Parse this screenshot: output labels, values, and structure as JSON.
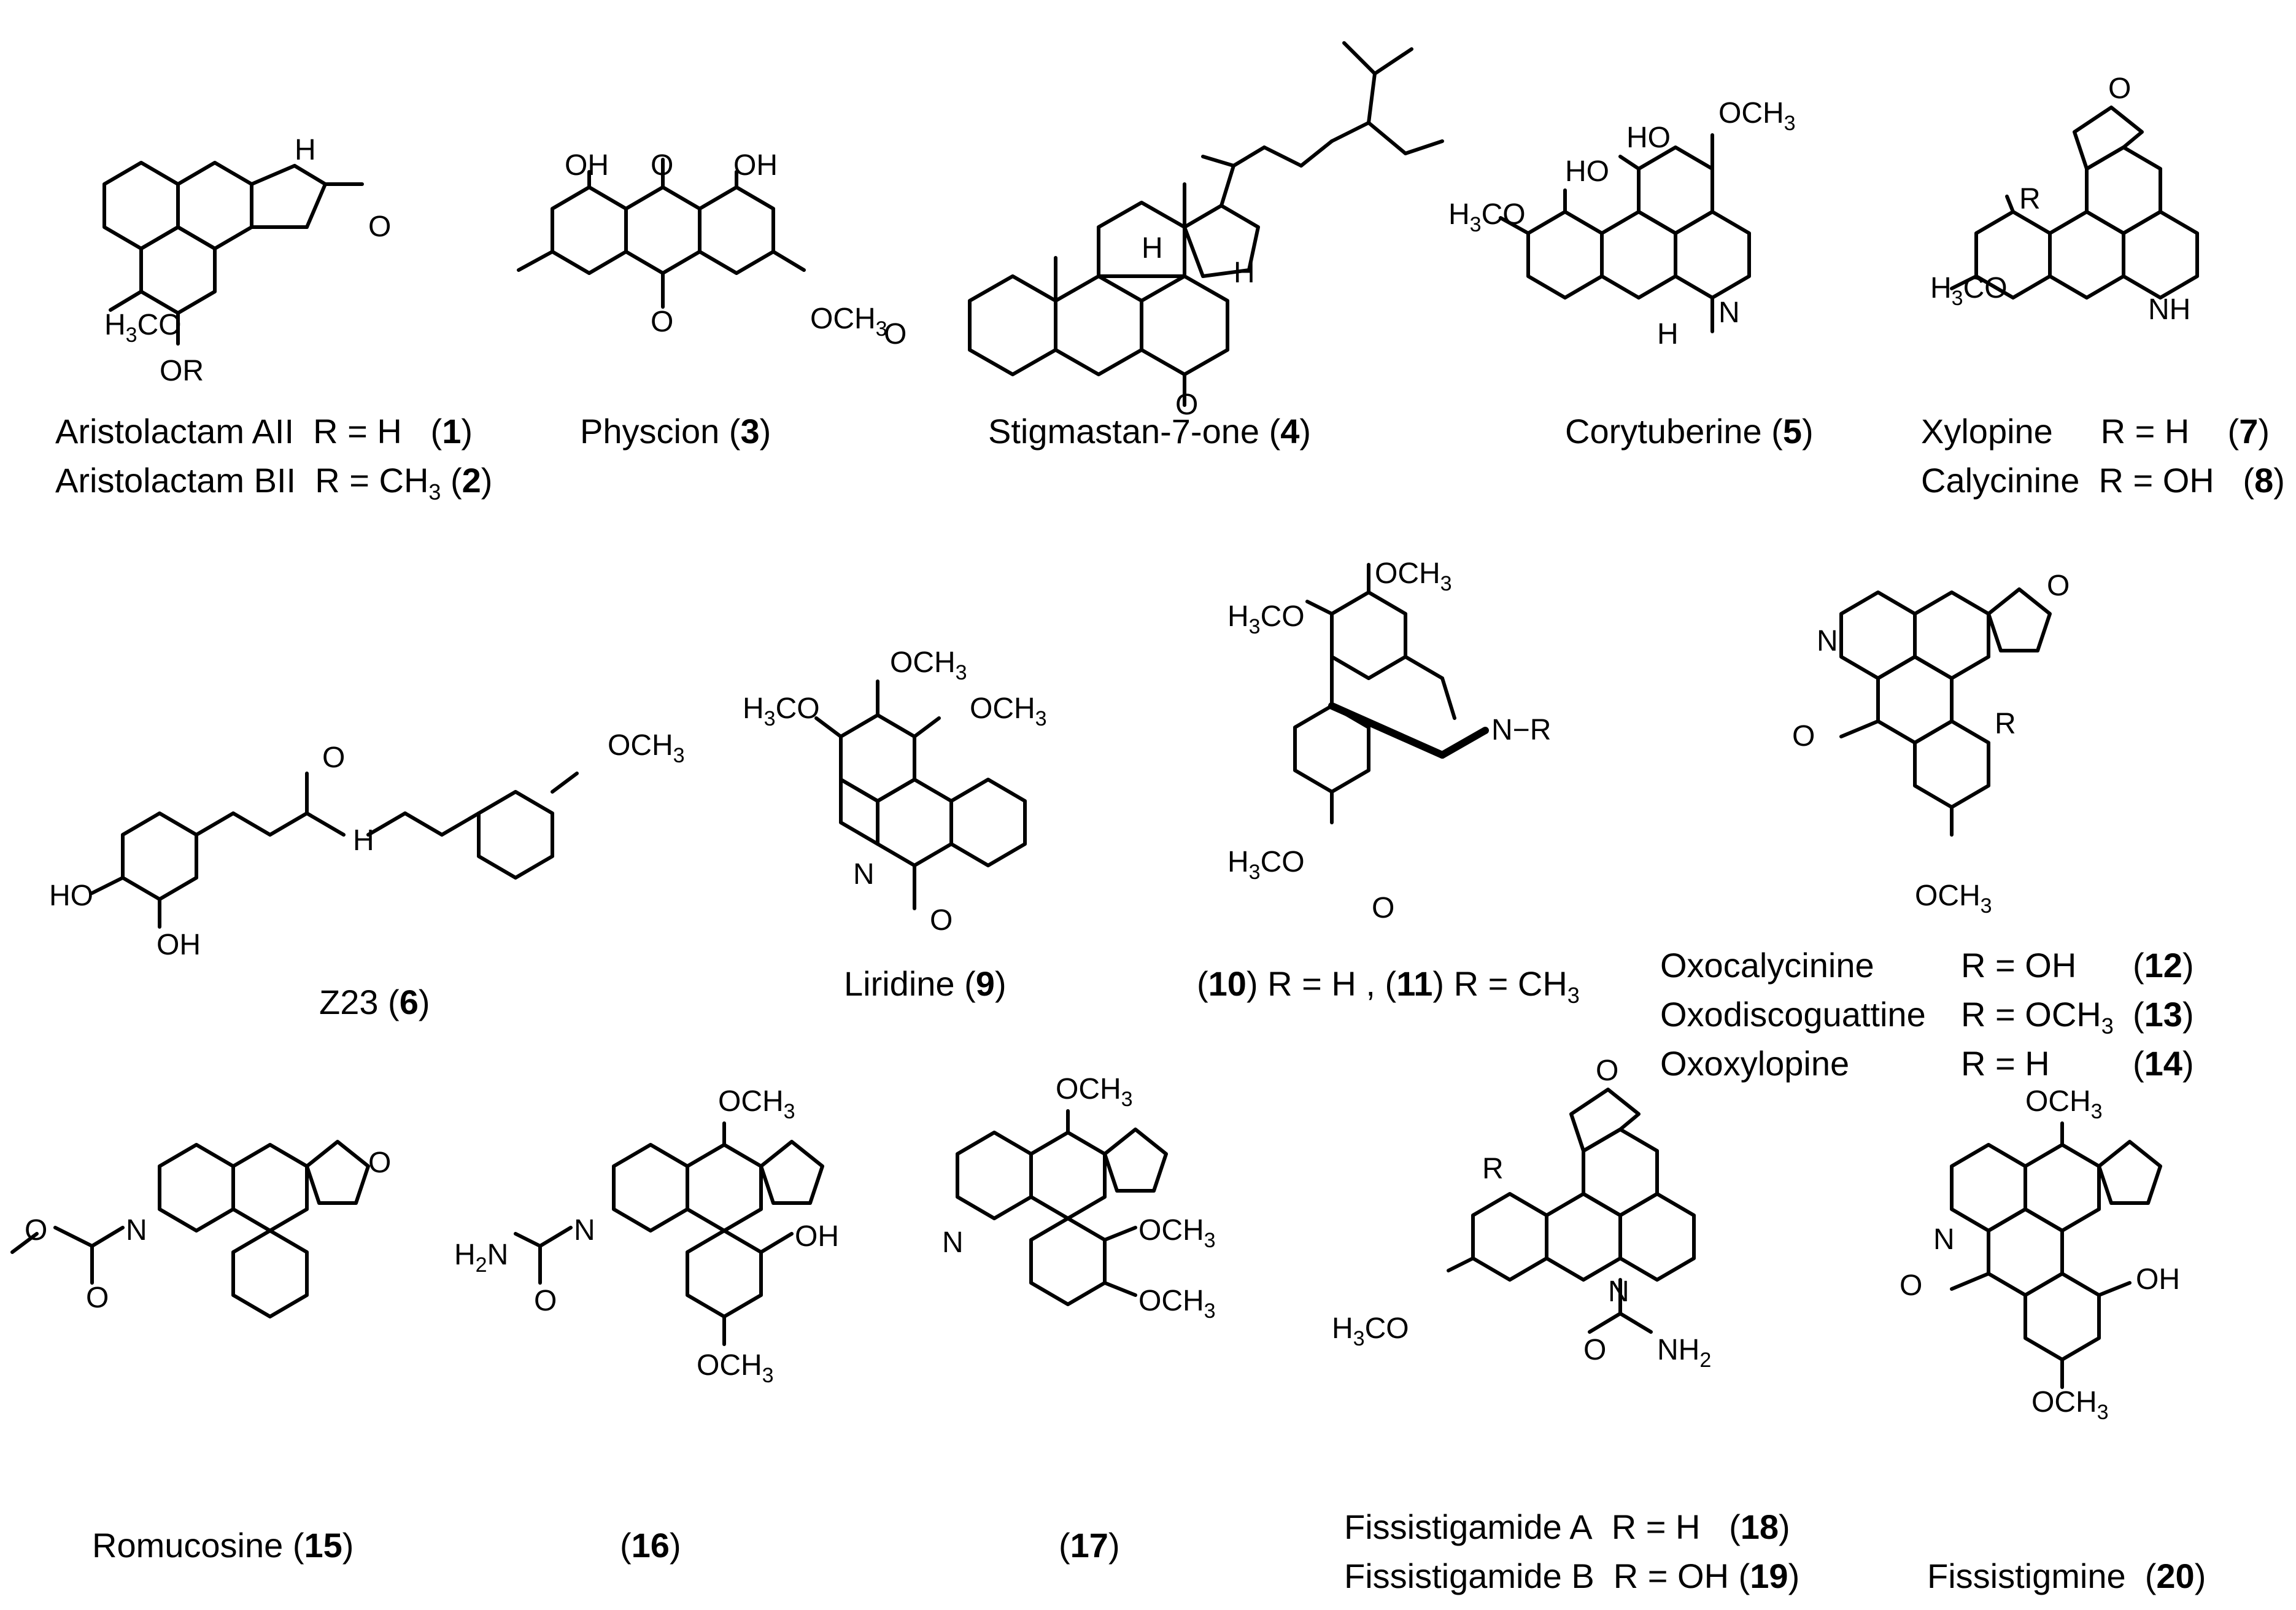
{
  "compounds": [
    {
      "id": "c1",
      "name": "Aristolactam AII",
      "r": "R = H",
      "num": "1"
    },
    {
      "id": "c2",
      "name": "Aristolactam BII",
      "r_pre": "R = CH",
      "r_sub": "3",
      "num": "2"
    },
    {
      "id": "c3",
      "name": "Physcion",
      "num": "3"
    },
    {
      "id": "c4",
      "name": "Stigmastan-7-one",
      "num": "4"
    },
    {
      "id": "c5",
      "name": "Corytuberine",
      "num": "5"
    },
    {
      "id": "c6",
      "name": "Z23",
      "num": "6"
    },
    {
      "id": "c7",
      "name": "Xylopine",
      "r": "R = H",
      "num": "7"
    },
    {
      "id": "c8",
      "name": "Calycinine",
      "r": "R = OH",
      "num": "8"
    },
    {
      "id": "c9",
      "name": "Liridine",
      "num": "9"
    },
    {
      "id": "c10",
      "r": "R = H ,",
      "num": "10"
    },
    {
      "id": "c11",
      "r_pre": "R = CH",
      "r_sub": "3",
      "num": "11"
    },
    {
      "id": "c12",
      "name": "Oxocalycinine",
      "r": "R = OH",
      "num": "12"
    },
    {
      "id": "c13",
      "name": "Oxodiscoguattine",
      "r_pre": "R = OCH",
      "r_sub": "3",
      "num": "13"
    },
    {
      "id": "c14",
      "name": "Oxoxylopine",
      "r": "R = H",
      "num": "14"
    },
    {
      "id": "c15",
      "name": "Romucosine",
      "num": "15"
    },
    {
      "id": "c16",
      "num": "16"
    },
    {
      "id": "c17",
      "num": "17"
    },
    {
      "id": "c18",
      "name": "Fissistigamide  A",
      "r": "R = H",
      "num": "18"
    },
    {
      "id": "c19",
      "name": "Fissistigamide  B",
      "r": "R = OH",
      "num": "19"
    },
    {
      "id": "c20",
      "name": "Fissistigmine",
      "num": "20"
    }
  ],
  "atoms": {
    "h": "H",
    "n": "N",
    "nh": "NH",
    "o": "O",
    "oh": "OH",
    "ho": "HO",
    "r": "R",
    "or": "OR",
    "h3co": "H",
    "ch3_o": "OCH",
    "sub3": "3",
    "sub2": "2",
    "n_r": "N−R",
    "h2n": "H",
    "nh2": "NH"
  },
  "colors": {
    "ink": "#000000",
    "background": "#ffffff"
  }
}
